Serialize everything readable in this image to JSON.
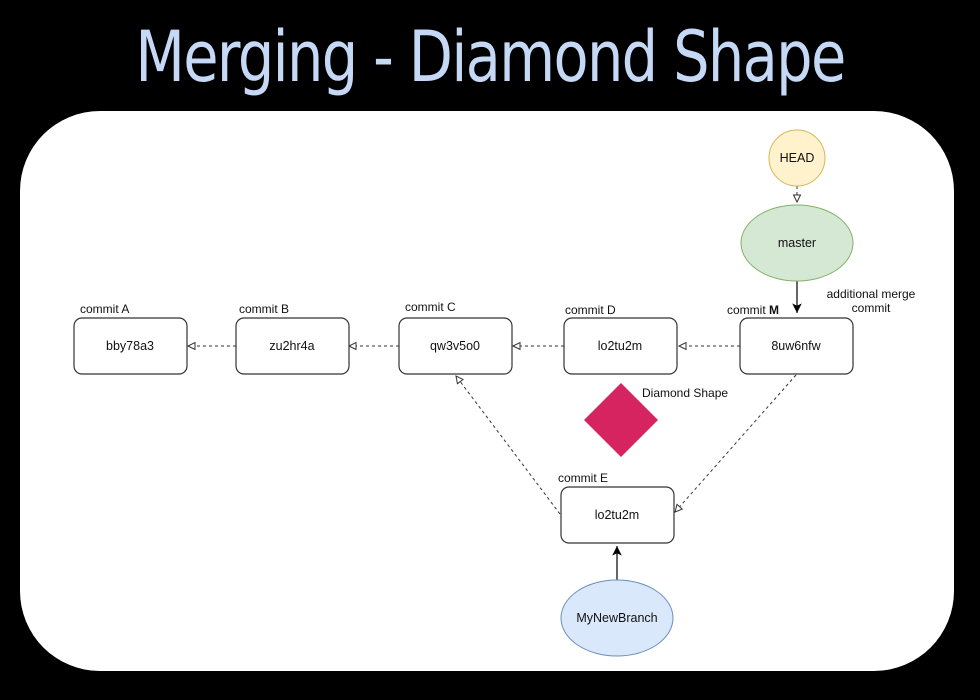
{
  "title": "Merging - Diamond Shape",
  "commits": [
    {
      "id": "A",
      "label": "commit A",
      "hash": "bby78a3"
    },
    {
      "id": "B",
      "label": "commit B",
      "hash": "zu2hr4a"
    },
    {
      "id": "C",
      "label": "commit C",
      "hash": "qw3v5o0"
    },
    {
      "id": "D",
      "label": "commit D",
      "hash": "lo2tu2m"
    },
    {
      "id": "M",
      "label_prefix": "commit ",
      "label_bold": "M",
      "hash": "8uw6nfw"
    },
    {
      "id": "E",
      "label": "commit E",
      "hash": "lo2tu2m"
    }
  ],
  "refs": {
    "head": {
      "label": "HEAD",
      "color": "#fff2cc"
    },
    "master": {
      "label": "master",
      "color": "#d5e8d4"
    },
    "branch": {
      "label": "MyNewBranch",
      "color": "#dae8fc"
    }
  },
  "annotations": {
    "merge_line1": "additional merge",
    "merge_line2": "commit",
    "diamond_label": "Diamond Shape"
  },
  "colors": {
    "diamond": "#d5245f",
    "title": "#c5d8f5"
  }
}
